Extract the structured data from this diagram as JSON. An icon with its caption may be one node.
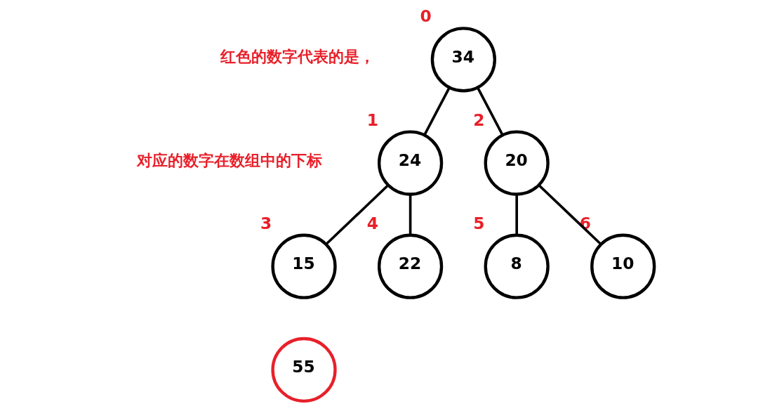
{
  "diagram": {
    "nodes": [
      {
        "text": [
          "34"
        ],
        "beside": [
          "0"
        ]
      },
      {
        "text": [
          "24"
        ],
        "beside": [
          "1"
        ]
      },
      {
        "text": [
          "20"
        ],
        "beside": [
          "2"
        ]
      },
      {
        "text": [
          "15"
        ],
        "beside": [
          "3"
        ]
      },
      {
        "text": [
          "22"
        ],
        "beside": [
          "4"
        ]
      },
      {
        "text": [
          "8"
        ],
        "beside": [
          "5"
        ]
      },
      {
        "text": [
          "10"
        ],
        "beside": [
          "6"
        ]
      },
      {
        "text": [
          "55"
        ]
      }
    ],
    "edges": [
      {
        "from": 0,
        "to": 1,
        "arrow": "none"
      },
      {
        "from": 0,
        "to": 2,
        "arrow": "none"
      },
      {
        "from": 1,
        "to": 3,
        "arrow": "none"
      },
      {
        "from": 1,
        "to": 4,
        "arrow": "none"
      },
      {
        "from": 2,
        "to": 5,
        "arrow": "none"
      },
      {
        "from": 2,
        "to": 6,
        "arrow": "none"
      }
    ],
    "labels": [
      "红色的数字代表的是，",
      "对应的数字在数组中的下标"
    ]
  }
}
